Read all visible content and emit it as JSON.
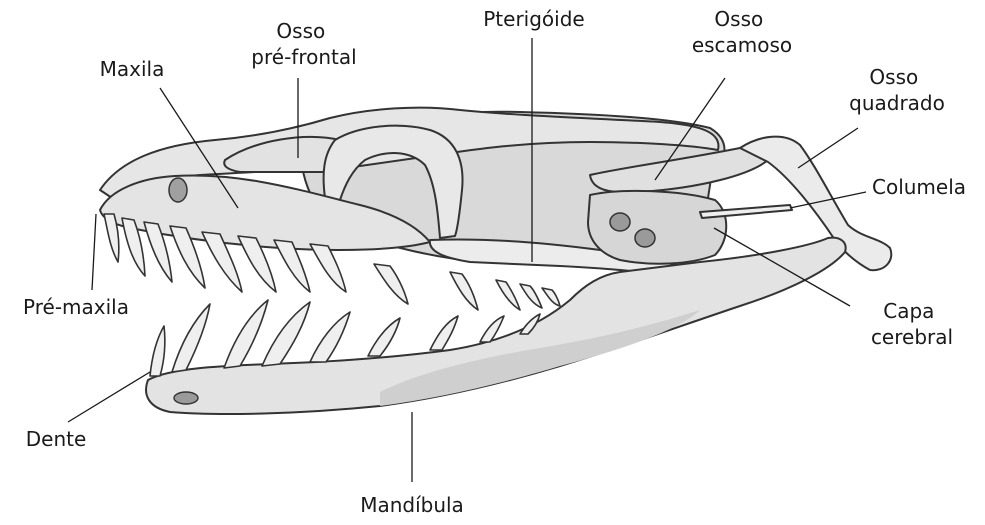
{
  "labels": {
    "osso_pre_frontal": [
      "Osso",
      "pré-frontal"
    ],
    "pterigoide": "Pterigóide",
    "osso_escamoso": [
      "Osso",
      "escamoso"
    ],
    "maxila": "Maxila",
    "osso_quadrado": [
      "Osso",
      "quadrado"
    ],
    "columela": "Columela",
    "pre_maxila": "Pré-maxila",
    "capa_cerebral": [
      "Capa",
      "cerebral"
    ],
    "dente": "Dente",
    "mandibula": "Mandíbula"
  },
  "colors": {
    "bone_light": "#ededed",
    "bone_mid": "#dcdcdc",
    "bone_dark": "#c9c9c9",
    "outline": "#333333",
    "text": "#1a1a1a"
  }
}
